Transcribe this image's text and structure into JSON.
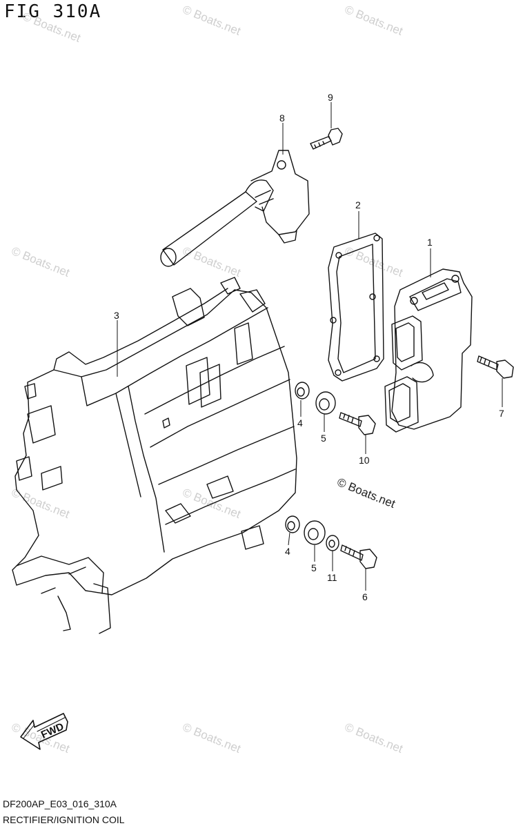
{
  "figure": {
    "title": "FIG 310A",
    "drawing_code": "DF200AP_E03_016_310A",
    "drawing_name": "RECTIFIER/IGNITION COIL"
  },
  "watermark": {
    "text": "© Boats.net",
    "copyright_text": "© Boats.net"
  },
  "fwd_arrow": {
    "label": "FWD"
  },
  "callouts": [
    {
      "key": "c1",
      "label": "1"
    },
    {
      "key": "c2",
      "label": "2"
    },
    {
      "key": "c3",
      "label": "3"
    },
    {
      "key": "c4a",
      "label": "4"
    },
    {
      "key": "c5a",
      "label": "5"
    },
    {
      "key": "c4b",
      "label": "4"
    },
    {
      "key": "c5b",
      "label": "5"
    },
    {
      "key": "c6",
      "label": "6"
    },
    {
      "key": "c7",
      "label": "7"
    },
    {
      "key": "c8",
      "label": "8"
    },
    {
      "key": "c9",
      "label": "9"
    },
    {
      "key": "c10",
      "label": "10"
    },
    {
      "key": "c11",
      "label": "11"
    }
  ],
  "colors": {
    "line": "#111111",
    "watermark": "#cfcfcf",
    "background": "#ffffff"
  }
}
